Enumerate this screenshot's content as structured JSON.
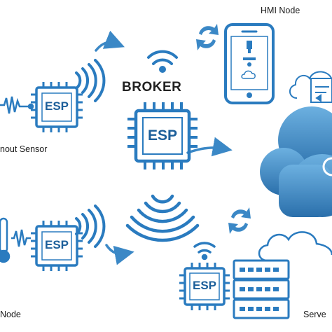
{
  "labels": {
    "hmi_node": "HMI Node",
    "broker": "BROKER",
    "input_sensor": "nout Sensor",
    "bottom_node": "Node",
    "server": "Serve"
  },
  "chips": {
    "top_left": "ESP",
    "center": "ESP",
    "bottom_left": "ESP",
    "bottom_right": "ESP"
  },
  "colors": {
    "primary": "#2a7bbf",
    "dark": "#1d5f9a",
    "cloud_light": "#5aa0d4",
    "cloud_dark": "#2a6fab",
    "arrow": "#3b88c6"
  }
}
